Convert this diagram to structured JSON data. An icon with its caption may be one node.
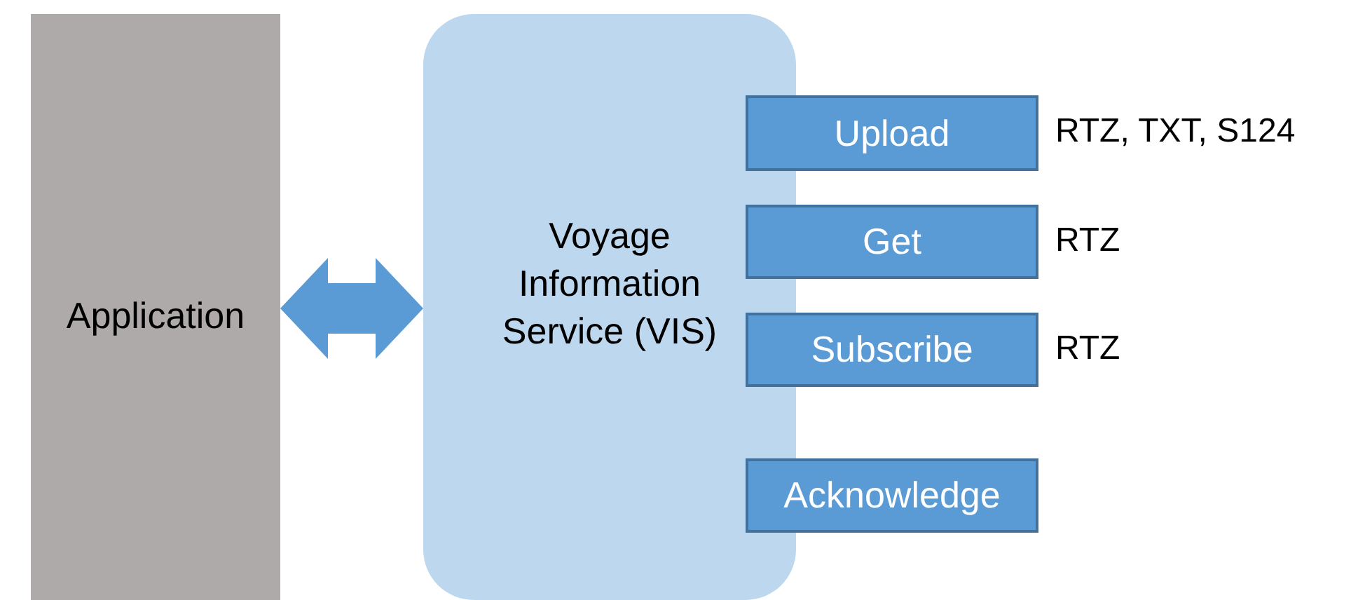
{
  "diagram": {
    "nodes": [
      {
        "text": [
          "Application"
        ]
      },
      {
        "text": [
          "Voyage Information Service (VIS)"
        ]
      },
      {
        "text": [
          "Upload"
        ],
        "beside": [
          "RTZ, TXT, S124"
        ]
      },
      {
        "text": [
          "Get"
        ],
        "beside": [
          "RTZ"
        ]
      },
      {
        "text": [
          "Subscribe"
        ],
        "beside": [
          "RTZ"
        ]
      },
      {
        "text": [
          "Acknowledge"
        ]
      }
    ],
    "edges": [
      {
        "from": 0,
        "to": 1,
        "arrow": "both"
      }
    ]
  }
}
